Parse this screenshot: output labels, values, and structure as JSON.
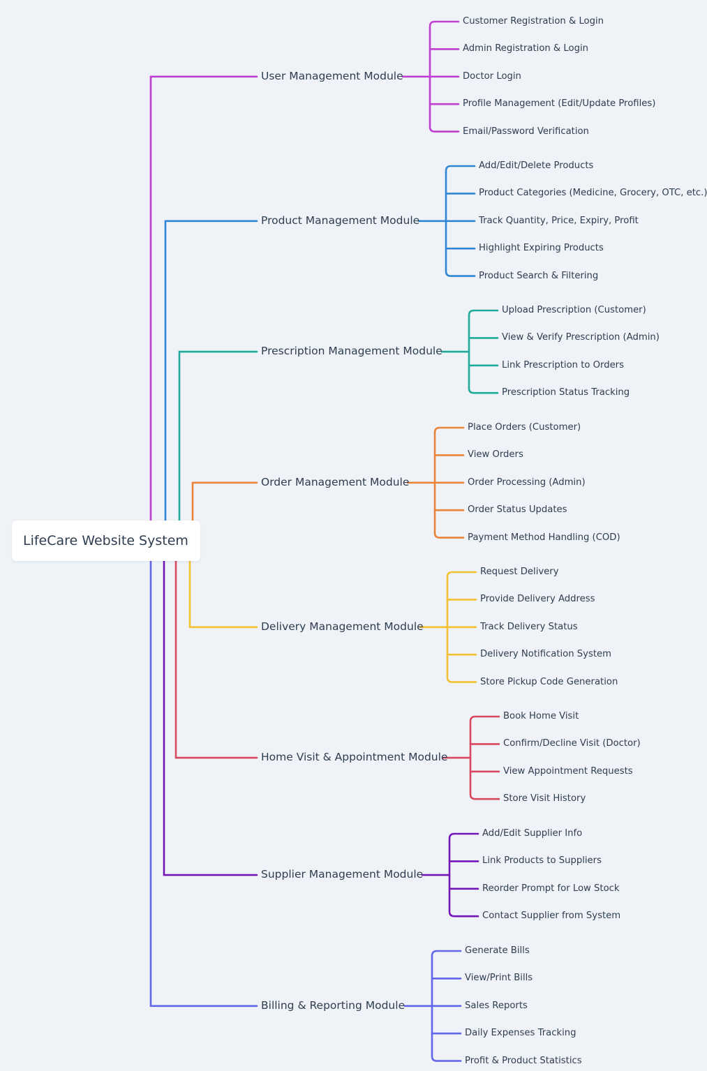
{
  "root": {
    "label": "LifeCare Website System"
  },
  "modules": [
    {
      "label": "User Management Module",
      "color": "#bf3fd0",
      "items": [
        "Customer Registration & Login",
        "Admin Registration & Login",
        "Doctor Login",
        "Profile Management (Edit/Update Profiles)",
        "Email/Password Verification"
      ]
    },
    {
      "label": "Product Management Module",
      "color": "#2f86d4",
      "items": [
        "Add/Edit/Delete Products",
        "Product Categories (Medicine, Grocery, OTC, etc.)",
        "Track Quantity, Price, Expiry, Profit",
        "Highlight Expiring Products",
        "Product Search & Filtering"
      ]
    },
    {
      "label": "Prescription Management Module",
      "color": "#1fab9b",
      "items": [
        "Upload Prescription (Customer)",
        "View & Verify Prescription (Admin)",
        "Link Prescription to Orders",
        "Prescription Status Tracking"
      ]
    },
    {
      "label": "Order Management Module",
      "color": "#e8843a",
      "items": [
        "Place Orders (Customer)",
        "View Orders",
        "Order Processing (Admin)",
        "Order Status Updates",
        "Payment Method Handling (COD)"
      ]
    },
    {
      "label": "Delivery Management Module",
      "color": "#f2c232",
      "items": [
        "Request Delivery",
        "Provide Delivery Address",
        "Track Delivery Status",
        "Delivery Notification System",
        "Store Pickup Code Generation"
      ]
    },
    {
      "label": "Home Visit & Appointment Module",
      "color": "#d8485e",
      "items": [
        "Book Home Visit",
        "Confirm/Decline Visit (Doctor)",
        "View Appointment Requests",
        "Store Visit History"
      ]
    },
    {
      "label": "Supplier Management Module",
      "color": "#7415b7",
      "items": [
        "Add/Edit Supplier Info",
        "Link Products to Suppliers",
        "Reorder Prompt for Low Stock",
        "Contact Supplier from System"
      ]
    },
    {
      "label": "Billing & Reporting Module",
      "color": "#6266ea",
      "items": [
        "Generate Bills",
        "View/Print Bills",
        "Sales Reports",
        "Daily Expenses Tracking",
        "Profit & Product Statistics"
      ]
    }
  ]
}
